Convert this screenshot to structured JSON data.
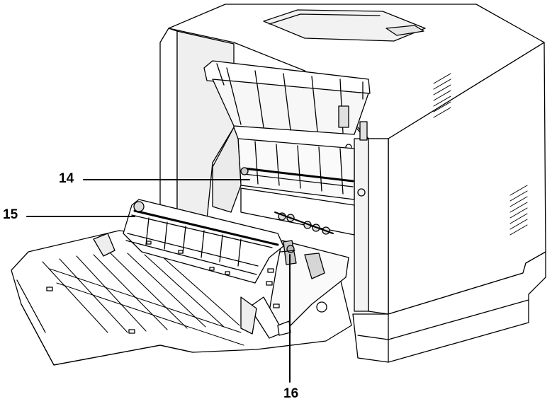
{
  "callouts": {
    "c14": "14",
    "c15": "15",
    "c16": "16"
  },
  "colors": {
    "line": "#000000",
    "body_fill": "#ffffff",
    "shade": "#d9d9d9",
    "dark": "#3a3a3a"
  }
}
